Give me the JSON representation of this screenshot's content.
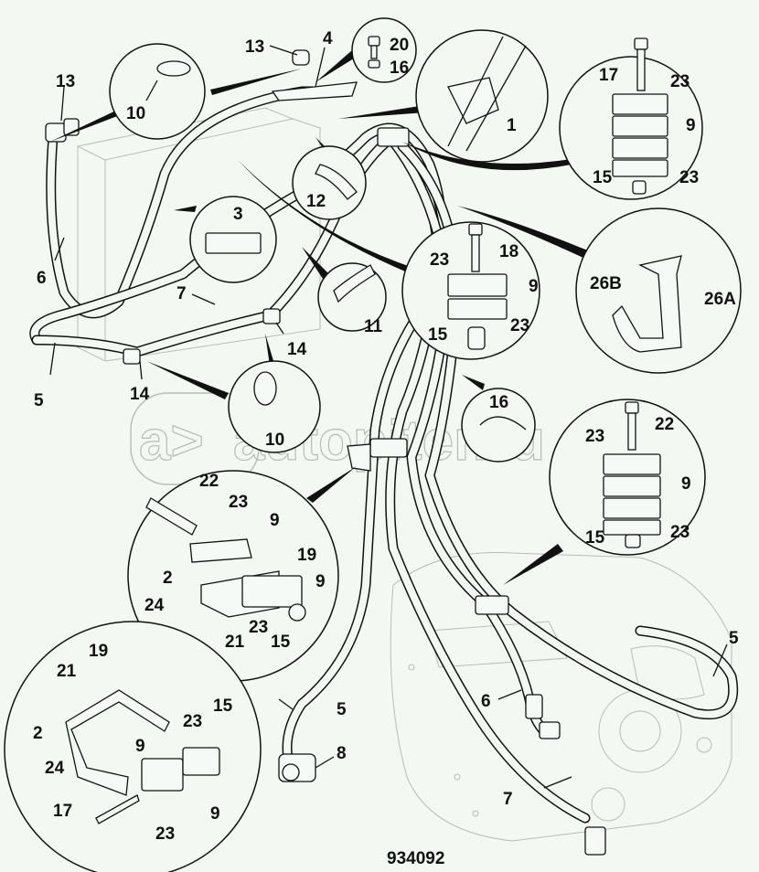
{
  "diagram": {
    "drawing_number": "934092",
    "watermark": {
      "logo": "a>",
      "text": "autopiter.ru"
    },
    "callouts": [
      {
        "id": "c13a",
        "text": "13"
      },
      {
        "id": "c13b",
        "text": "13"
      },
      {
        "id": "c10a",
        "text": "10"
      },
      {
        "id": "c4",
        "text": "4"
      },
      {
        "id": "c20",
        "text": "20"
      },
      {
        "id": "c16a",
        "text": "16"
      },
      {
        "id": "c1",
        "text": "1"
      },
      {
        "id": "c17a",
        "text": "17"
      },
      {
        "id": "c23a",
        "text": "23"
      },
      {
        "id": "c9a",
        "text": "9"
      },
      {
        "id": "c15a",
        "text": "15"
      },
      {
        "id": "c23b",
        "text": "23"
      },
      {
        "id": "c12",
        "text": "12"
      },
      {
        "id": "c3",
        "text": "3"
      },
      {
        "id": "c6a",
        "text": "6"
      },
      {
        "id": "c7a",
        "text": "7"
      },
      {
        "id": "c11",
        "text": "11"
      },
      {
        "id": "c23c",
        "text": "23"
      },
      {
        "id": "c18",
        "text": "18"
      },
      {
        "id": "c9b",
        "text": "9"
      },
      {
        "id": "c15b",
        "text": "15"
      },
      {
        "id": "c23d",
        "text": "23"
      },
      {
        "id": "c26b",
        "text": "26B"
      },
      {
        "id": "c26a",
        "text": "26A"
      },
      {
        "id": "c5a",
        "text": "5"
      },
      {
        "id": "c14a",
        "text": "14"
      },
      {
        "id": "c14b",
        "text": "14"
      },
      {
        "id": "c10b",
        "text": "10"
      },
      {
        "id": "c16b",
        "text": "16"
      },
      {
        "id": "c22a",
        "text": "22"
      },
      {
        "id": "c23e",
        "text": "23"
      },
      {
        "id": "c9c",
        "text": "9"
      },
      {
        "id": "c15c",
        "text": "15"
      },
      {
        "id": "c23f",
        "text": "23"
      },
      {
        "id": "c22b",
        "text": "22"
      },
      {
        "id": "c23g",
        "text": "23"
      },
      {
        "id": "c9d",
        "text": "9"
      },
      {
        "id": "c19a",
        "text": "19"
      },
      {
        "id": "c2a",
        "text": "2"
      },
      {
        "id": "c9e",
        "text": "9"
      },
      {
        "id": "c24a",
        "text": "24"
      },
      {
        "id": "c21a",
        "text": "21"
      },
      {
        "id": "c23h",
        "text": "23"
      },
      {
        "id": "c15d",
        "text": "15"
      },
      {
        "id": "c19b",
        "text": "19"
      },
      {
        "id": "c21b",
        "text": "21"
      },
      {
        "id": "c2b",
        "text": "2"
      },
      {
        "id": "c23i",
        "text": "23"
      },
      {
        "id": "c15e",
        "text": "15"
      },
      {
        "id": "c9f",
        "text": "9"
      },
      {
        "id": "c24b",
        "text": "24"
      },
      {
        "id": "c9g",
        "text": "9"
      },
      {
        "id": "c17b",
        "text": "17"
      },
      {
        "id": "c23j",
        "text": "23"
      },
      {
        "id": "c5b",
        "text": "5"
      },
      {
        "id": "c8",
        "text": "8"
      },
      {
        "id": "c6b",
        "text": "6"
      },
      {
        "id": "c5c",
        "text": "5"
      },
      {
        "id": "c7b",
        "text": "7"
      }
    ]
  }
}
